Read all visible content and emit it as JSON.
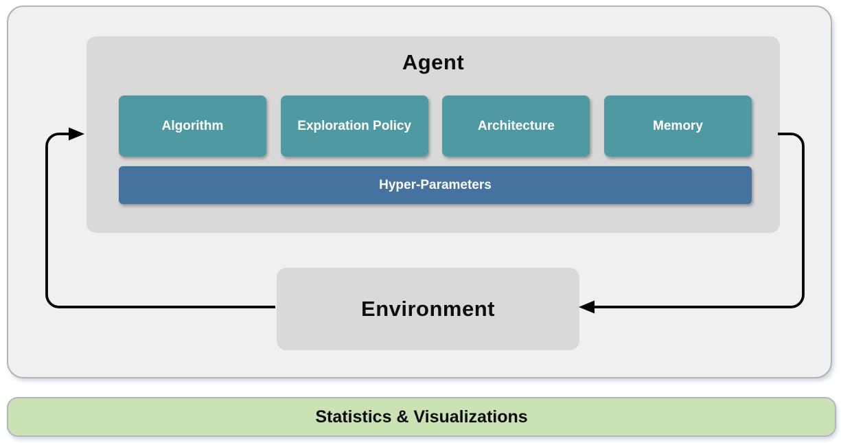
{
  "diagram": {
    "agent": {
      "title": "Agent",
      "components": [
        {
          "label": "Algorithm"
        },
        {
          "label": "Exploration Policy"
        },
        {
          "label": "Architecture"
        },
        {
          "label": "Memory"
        }
      ],
      "hyper_parameters_label": "Hyper-Parameters"
    },
    "environment": {
      "label": "Environment"
    },
    "statistics_bar": {
      "label": "Statistics & Visualizations"
    },
    "arrows": [
      {
        "name": "environment-to-agent",
        "from": "Environment",
        "to": "Agent"
      },
      {
        "name": "agent-to-environment",
        "from": "Agent",
        "to": "Environment"
      }
    ],
    "colors": {
      "component_teal": "#4f9aa2",
      "hyper_parameters_blue": "#4672a0",
      "inner_box_gray": "#d9d9d9",
      "container_gray": "#f0f0f0",
      "container_border_gray": "#b3b3b3",
      "statistics_green": "#cbe2b5",
      "arrow_black": "#000000",
      "label_white": "#ffffff",
      "text_black": "#0d0d0d"
    }
  }
}
